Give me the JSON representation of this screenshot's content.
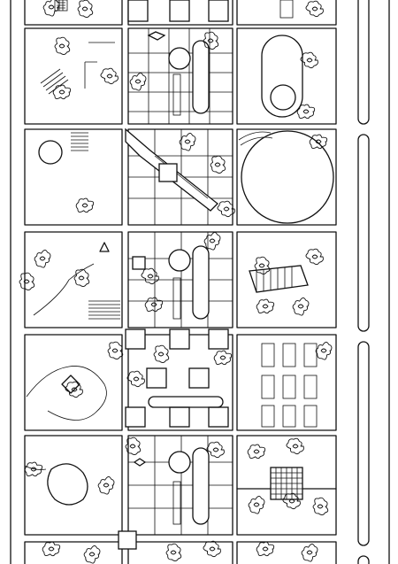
{
  "drawing": {
    "kind": "axonometric city-block plan",
    "line_color": "#111111",
    "paper_color": "#ffffff",
    "rows": 6,
    "columns": 3,
    "has_text": false
  }
}
